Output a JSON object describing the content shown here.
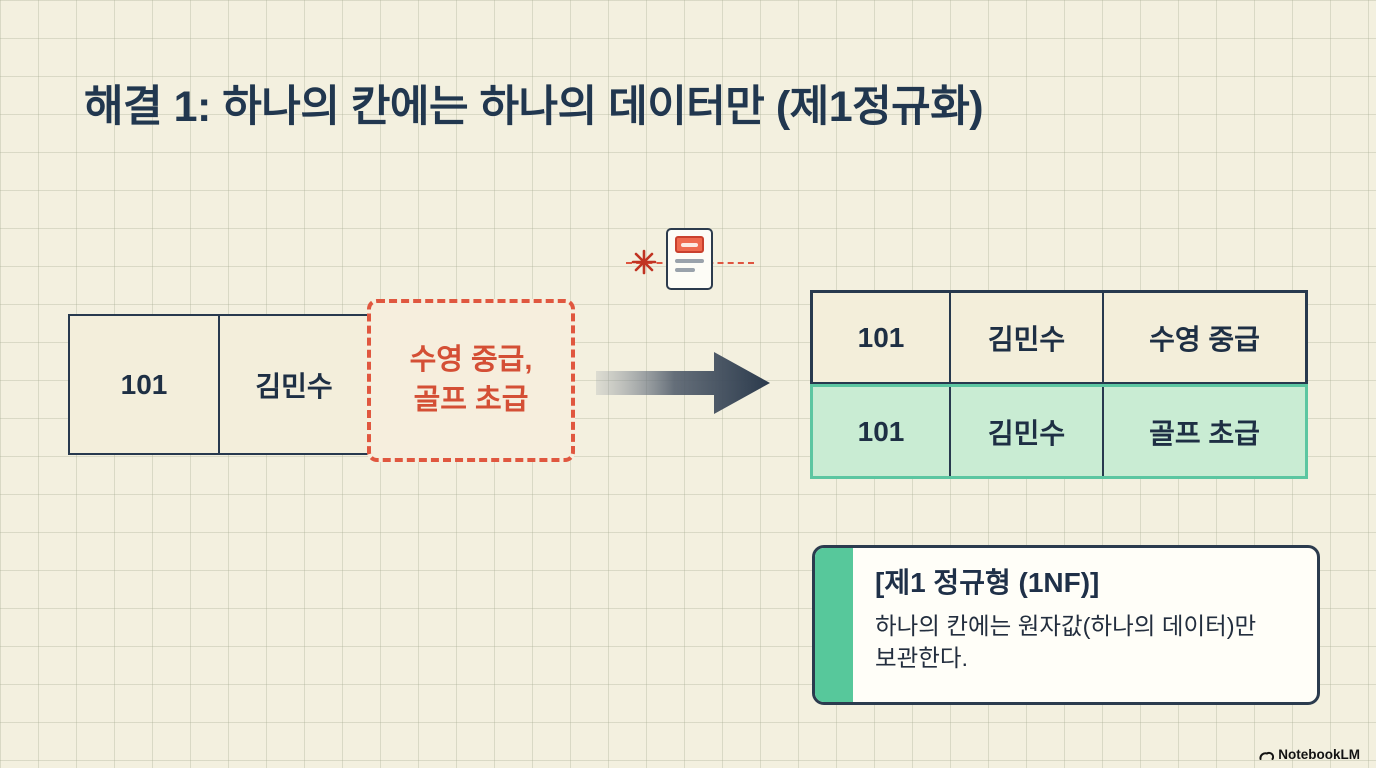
{
  "title": "해결 1: 하나의 칸에는 하나의 데이터만 (제1정규화)",
  "source_table": {
    "id": "101",
    "name": "김민수",
    "violation": {
      "line1": "수영 중급,",
      "line2": "골프 초급"
    }
  },
  "normalized_table": {
    "rows": [
      {
        "cells": [
          "101",
          "김민수",
          "수영 중급"
        ]
      },
      {
        "cells": [
          "101",
          "김민수",
          "골프 초급"
        ]
      }
    ]
  },
  "callout": {
    "title": "[제1 정규형 (1NF)]",
    "line1": "하나의 칸에는 원자값(하나의 데이터)만",
    "line2": "보관한다."
  },
  "footer": {
    "brand": "NotebookLM"
  },
  "icons": {
    "scan": "document-scan-icon",
    "burst": "laser-burst-icon",
    "arrow": "arrow-right-icon",
    "logo": "notebooklm-logo-icon"
  },
  "colors": {
    "background": "#f3f0df",
    "grid_line": "#dcdcc6",
    "title": "#21374f",
    "table_border": "#27394e",
    "table_fill": "#f3eedb",
    "violation_red": "#dd5540",
    "highlight_green_fill": "#c9ecd3",
    "highlight_green_border": "#5cc6a1",
    "callout_accent": "#57c89b",
    "arrow_dark": "#2b3a4c"
  }
}
